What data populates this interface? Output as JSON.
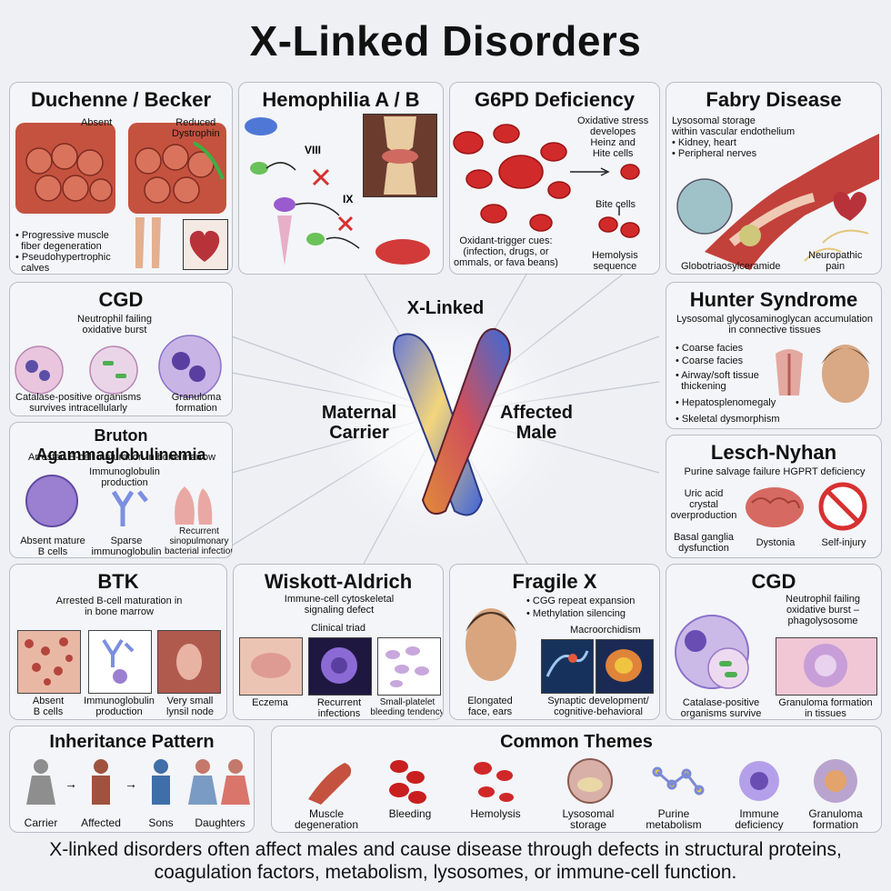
{
  "title": "X-Linked Disorders",
  "center": {
    "label": "X-Linked",
    "left": "Maternal\nCarrier",
    "right": "Affected\nMale"
  },
  "duchenne": {
    "title": "Duchenne / Becker",
    "absent": "Absent",
    "reduced": "Reduced\nDystrophin",
    "bullet1": "• Progressive muscle\n  fiber degeneration",
    "bullet2": "• Pseudohypertrophic\n  calves"
  },
  "hemophilia": {
    "title": "Hemophilia A / B",
    "viii": "VIII",
    "ix": "IX"
  },
  "g6pd": {
    "title": "G6PD Deficiency",
    "oxid": "Oxidative stress\ndevelopes\nHeinz and\nHite cells",
    "bite": "Bite cells",
    "trigger": "Oxidant-trigger cues:\n(infection, drugs, or\nommals, or fava beans)",
    "hemolysis": "Hemolysis\nsequence"
  },
  "fabry": {
    "title": "Fabry Disease",
    "desc": "Lysosomal storage\nwithin vascular endothelium\n• Kidney, heart\n• Peripheral nerves",
    "glob": "Globotriaosylceramide",
    "neuro": "Neuropathic\npain"
  },
  "cgd1": {
    "title": "CGD",
    "desc": "Neutrophil failing\noxidative burst",
    "catalase": "Catalase-positive organisms\nsurvives intracellularly",
    "granuloma": "Granuloma\nformation"
  },
  "hunter": {
    "title": "Hunter Syndrome",
    "desc": "Lysosomal glycosaminoglycan accumulation\nin connective tissues",
    "b1": "• Coarse facies",
    "b2": "• Coarse facies",
    "b3": "• Airway/soft tissue\n  thickening",
    "b4": "• Hepatosplenomegaly",
    "b5": "• Skeletal dysmorphism"
  },
  "bruton": {
    "title": "Bruton Agammaglobulinemia",
    "desc": "Arrested B-cell maturation in bone marrow",
    "ig": "Immunoglobulin\nproduction",
    "absent": "Absent mature\nB cells",
    "sparse": "Sparse\nimmunoglobulin",
    "recurrent": "Recurrent\nsinopulmonary\nbacterial infection"
  },
  "lesch": {
    "title": "Lesch-Nyhan",
    "desc": "Purine salvage failure HGPRT deficiency",
    "uric": "Uric acid\ncrystal\noverproduction",
    "basal": "Basal ganglia\ndysfunction",
    "dystonia": "Dystonia",
    "selfinj": "Self-injury"
  },
  "btk": {
    "title": "BTK",
    "desc": "Arrested B-cell maturation in\nin bone marrow",
    "l1": "Absent\nB cells",
    "l2": "Immunoglobulin\nproduction",
    "l3": "Very small\nlynsil node"
  },
  "wiskott": {
    "title": "Wiskott-Aldrich",
    "desc": "Immune-cell cytoskeletal\nsignaling defect",
    "triad": "Clinical triad",
    "l1": "Eczema",
    "l2": "Recurrent\ninfections",
    "l3": "Small-platelet\nbleeding tendency"
  },
  "fragile": {
    "title": "Fragile X",
    "b1": "• CGG repeat expansion",
    "b2": "• Methylation silencing",
    "macro": "Macroorchidism",
    "face": "Elongated\nface, ears",
    "syn": "Synaptic development/\ncognitive-behavioral"
  },
  "cgd2": {
    "title": "CGD",
    "desc": "Neutrophil failing\noxidative burst –\nphagolysosome",
    "catalase": "Catalase-positive\norganisms survive",
    "granuloma": "Granuloma formation\nin tissues"
  },
  "inheritance": {
    "title": "Inheritance Pattern",
    "labels": [
      "Carrier",
      "Affected",
      "Sons",
      "Daughters"
    ]
  },
  "themes": {
    "title": "Common Themes",
    "labels": [
      "Muscle\ndegeneration",
      "Bleeding",
      "Hemolysis",
      "Lysosomal\nstorage",
      "Purine\nmetabolism",
      "Immune\ndeficiency",
      "Granuloma\nformation"
    ]
  },
  "footer": "X-linked disorders often affect males and cause disease through defects in structural proteins, coagulation factors, metabolism, lysosomes, or immune-cell function."
}
